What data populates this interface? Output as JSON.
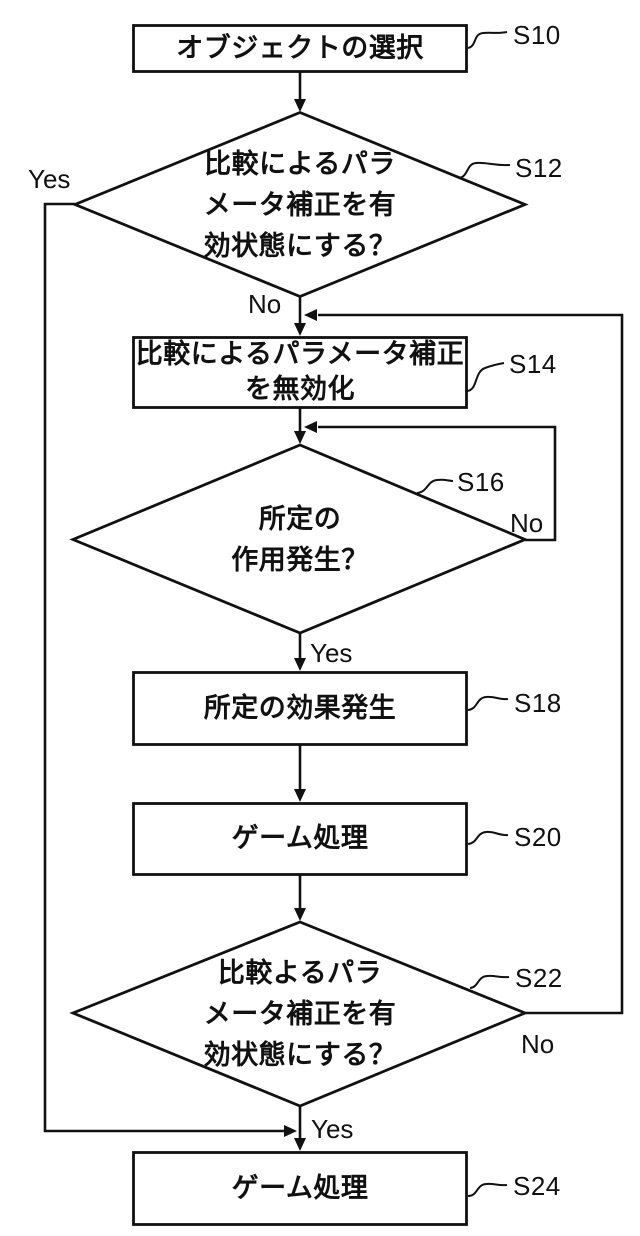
{
  "figure": {
    "type": "flowchart",
    "background_color": "#ffffff",
    "line_color": "#111111",
    "nodes": {
      "s10": {
        "type": "process",
        "step": "S10",
        "label": "オブジェクトの選択"
      },
      "s12": {
        "type": "decision",
        "step": "S12",
        "label": "比較によるパラ\nメータ補正を有\n効状態にする？"
      },
      "s14": {
        "type": "process",
        "step": "S14",
        "label": "比較によるパラメータ補正\nを無効化"
      },
      "s16": {
        "type": "decision",
        "step": "S16",
        "label": "所定の\n作用発生？"
      },
      "s18": {
        "type": "process",
        "step": "S18",
        "label": "所定の効果発生"
      },
      "s20": {
        "type": "process",
        "step": "S20",
        "label": "ゲーム処理"
      },
      "s22": {
        "type": "decision",
        "step": "S22",
        "label": "比較よるパラ\nメータ補正を有\n効状態にする？"
      },
      "s24": {
        "type": "process",
        "step": "S24",
        "label": "ゲーム処理"
      }
    },
    "branch_labels": {
      "s12_yes": "Yes",
      "s12_no": "No",
      "s16_yes": "Yes",
      "s16_no": "No",
      "s22_yes": "Yes",
      "s22_no": "No"
    },
    "edges": [
      {
        "from": "s10",
        "to": "s12",
        "label": ""
      },
      {
        "from": "s12",
        "to": "s14",
        "label": "No"
      },
      {
        "from": "s12",
        "to": "s24_junction",
        "label": "Yes"
      },
      {
        "from": "s14",
        "to": "s16",
        "label": ""
      },
      {
        "from": "s16",
        "to": "s14_s16_junction",
        "label": "No"
      },
      {
        "from": "s16",
        "to": "s18",
        "label": "Yes"
      },
      {
        "from": "s18",
        "to": "s20",
        "label": ""
      },
      {
        "from": "s20",
        "to": "s22",
        "label": ""
      },
      {
        "from": "s22",
        "to": "s12_s14_junction",
        "label": "No"
      },
      {
        "from": "s22",
        "to": "s24",
        "label": "Yes"
      }
    ]
  }
}
